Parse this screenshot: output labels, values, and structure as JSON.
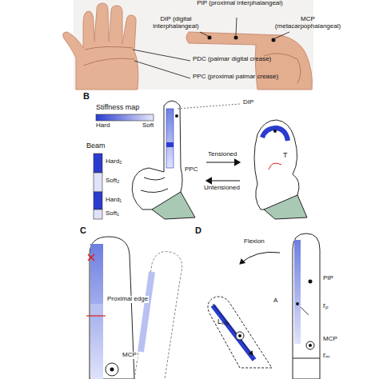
{
  "diagram": {
    "labels": [
      "PIP (proximal interphalangeal)",
      "DIP (digital interphalangeal)",
      "MCP (metacarpophalangeal)",
      "PDC (palmar digital crease)",
      "PPC (proximal palmar crease)",
      "B",
      "Stiffness map",
      "Hard",
      "Soft",
      "DIP",
      "Beam",
      "PPC",
      "Hard₂",
      "Soft₂",
      "Hard₁",
      "Soft₁",
      "Tensioned",
      "Untensioned",
      "T",
      "C",
      "Proximal edge",
      "MCP",
      "D",
      "Flexion",
      "PIP",
      "A",
      "rₚ",
      "Lₛₗᵢₚ",
      "MCP",
      "rₘ"
    ]
  }
}
